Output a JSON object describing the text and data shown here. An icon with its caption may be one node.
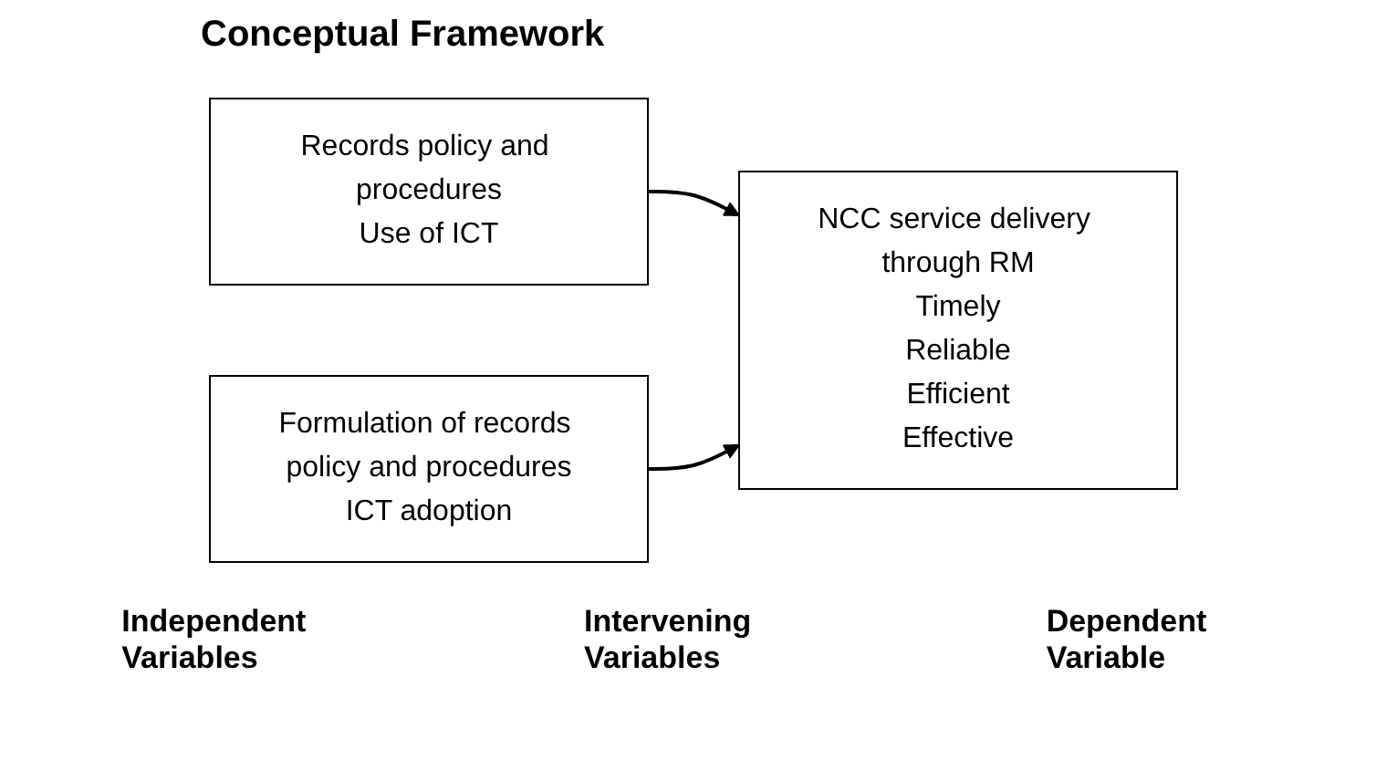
{
  "diagram": {
    "title": "Conceptual Framework",
    "nodes": [
      {
        "text": [
          "Records policy and procedures",
          "Use of ICT"
        ]
      },
      {
        "text": [
          "Formulation of records policy and procedures",
          "ICT adoption"
        ]
      },
      {
        "text": [
          "NCC service delivery through RM",
          "Timely",
          "Reliable",
          "Efficient",
          "Effective"
        ]
      }
    ],
    "edges": [
      {
        "from": 0,
        "to": 2,
        "arrow": "to"
      },
      {
        "from": 1,
        "to": 2,
        "arrow": "to"
      }
    ],
    "labels": [
      "Independent Variables",
      "Intervening Variables",
      "Dependent Variable"
    ]
  }
}
